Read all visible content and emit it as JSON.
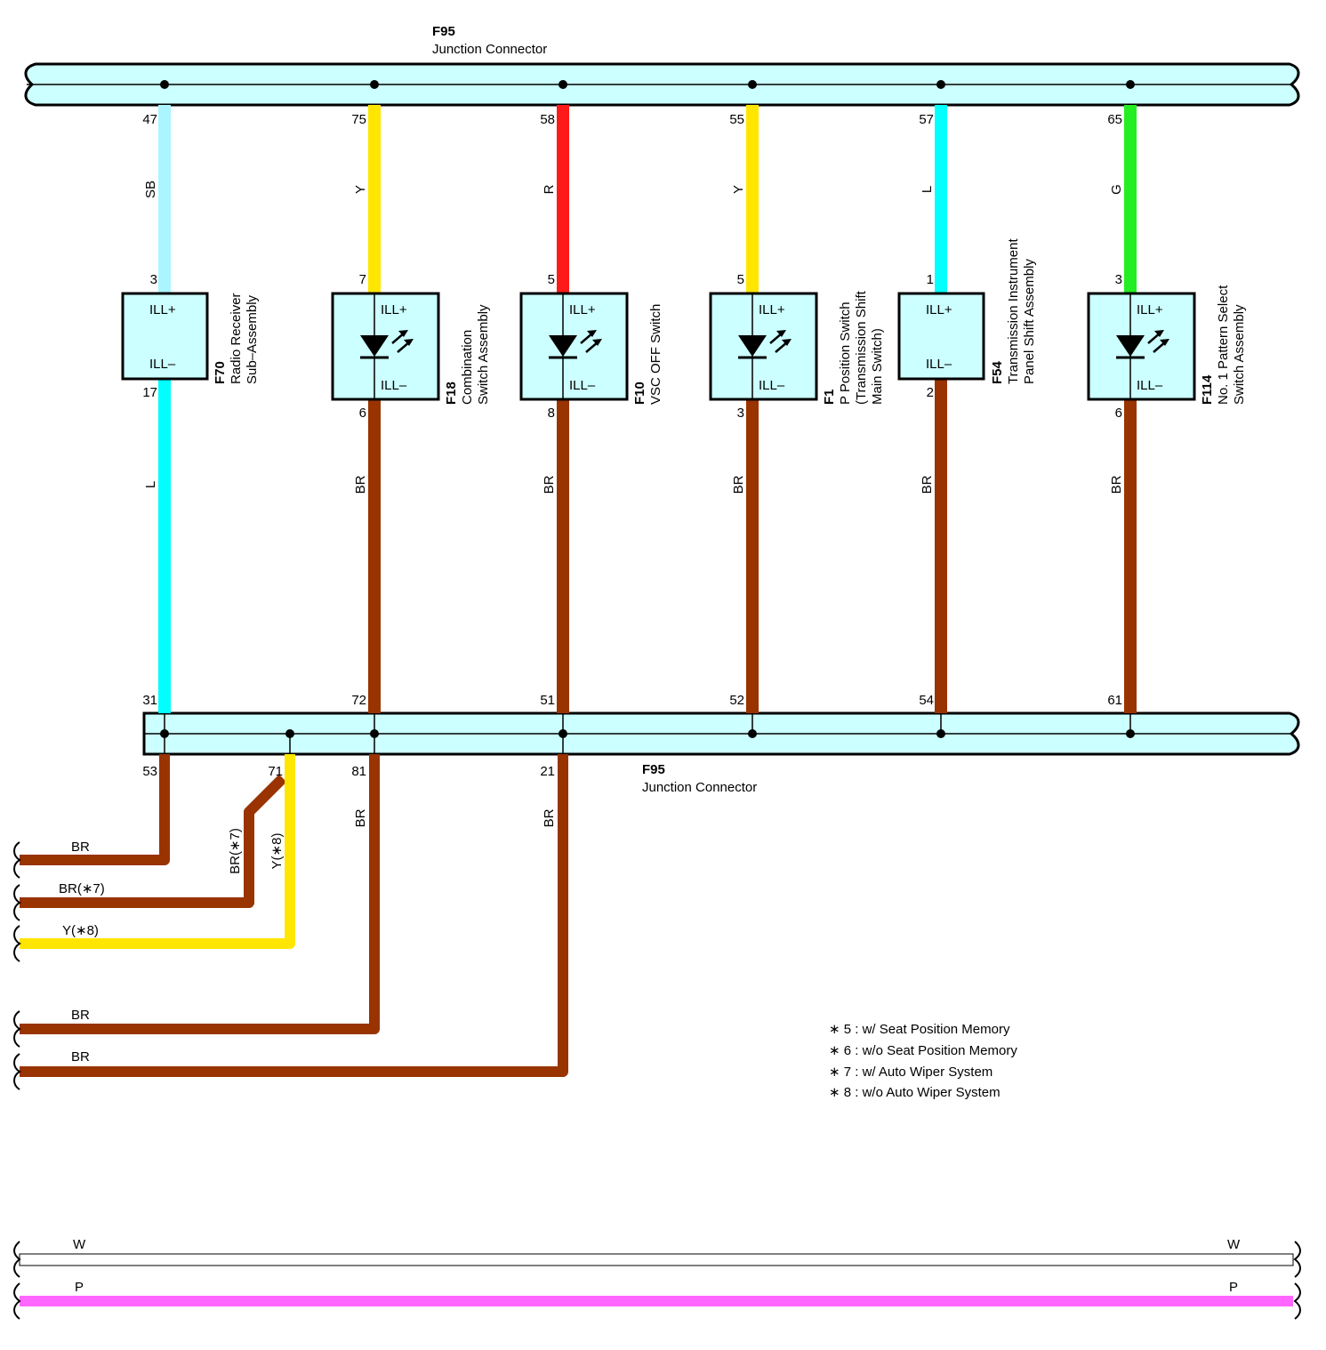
{
  "colors": {
    "SB": "#aaf5ff",
    "L": "#00ffff",
    "Y": "#ffe600",
    "R": "#ff1a1a",
    "G": "#22ee22",
    "BR": "#993300",
    "W": "#ffffff",
    "P": "#ff66ff",
    "connector_fill": "#ccffff"
  },
  "top_connector": {
    "code": "F95",
    "name": "Junction Connector"
  },
  "bottom_connector": {
    "code": "F95",
    "name": "Junction Connector"
  },
  "components": [
    {
      "code": "F70",
      "name_lines": [
        "Radio Receiver",
        "Sub–Assembly"
      ],
      "top_pin": "47",
      "top_wire": "SB",
      "in_pin": "3",
      "out_pin": "17",
      "bottom_wire": "L",
      "bottom_pin": "31",
      "ill_plus": "ILL+",
      "ill_minus": "ILL–",
      "has_led": false
    },
    {
      "code": "F18",
      "name_lines": [
        "Combination",
        "Switch Assembly"
      ],
      "top_pin": "75",
      "top_wire": "Y",
      "in_pin": "7",
      "out_pin": "6",
      "bottom_wire": "BR",
      "bottom_pin": "72",
      "ill_plus": "ILL+",
      "ill_minus": "ILL–",
      "has_led": true
    },
    {
      "code": "F10",
      "name_lines": [
        "VSC OFF Switch"
      ],
      "top_pin": "58",
      "top_wire": "R",
      "in_pin": "5",
      "out_pin": "8",
      "bottom_wire": "BR",
      "bottom_pin": "51",
      "ill_plus": "ILL+",
      "ill_minus": "ILL–",
      "has_led": true
    },
    {
      "code": "F1",
      "name_lines": [
        "P Position Switch",
        "(Transmission Shift",
        "Main Switch)"
      ],
      "top_pin": "55",
      "top_wire": "Y",
      "in_pin": "5",
      "out_pin": "3",
      "bottom_wire": "BR",
      "bottom_pin": "52",
      "ill_plus": "ILL+",
      "ill_minus": "ILL–",
      "has_led": true
    },
    {
      "code": "F54",
      "name_lines": [
        "Transmission Instrument",
        "Panel Shift Assembly"
      ],
      "top_pin": "57",
      "top_wire": "L",
      "in_pin": "1",
      "out_pin": "2",
      "bottom_wire": "BR",
      "bottom_pin": "54",
      "ill_plus": "ILL+",
      "ill_minus": "ILL–",
      "has_led": false
    },
    {
      "code": "F114",
      "name_lines": [
        "No. 1 Pattern Select",
        "Switch Assembly"
      ],
      "top_pin": "65",
      "top_wire": "G",
      "in_pin": "3",
      "out_pin": "6",
      "bottom_wire": "BR",
      "bottom_pin": "61",
      "ill_plus": "ILL+",
      "ill_minus": "ILL–",
      "has_led": true
    }
  ],
  "outputs": [
    {
      "pin": "53",
      "wire": "BR",
      "left_label": "BR"
    },
    {
      "pin": "71",
      "branch_a_vertical": "BR(∗7)",
      "branch_a_left": "BR(∗7)",
      "branch_b_vertical": "Y(∗8)",
      "branch_b_left": "Y(∗8)"
    },
    {
      "pin": "81",
      "wire": "BR",
      "left_label": "BR"
    },
    {
      "pin": "21",
      "wire": "BR",
      "left_label": "BR"
    }
  ],
  "notes": [
    "∗ 5 : w/ Seat Position Memory",
    "∗ 6 : w/o Seat Position Memory",
    "∗ 7 : w/ Auto Wiper System",
    "∗ 8 : w/o Auto Wiper System"
  ],
  "bottom_wires": [
    {
      "label_left": "W",
      "label_right": "W"
    },
    {
      "label_left": "P",
      "label_right": "P"
    }
  ]
}
